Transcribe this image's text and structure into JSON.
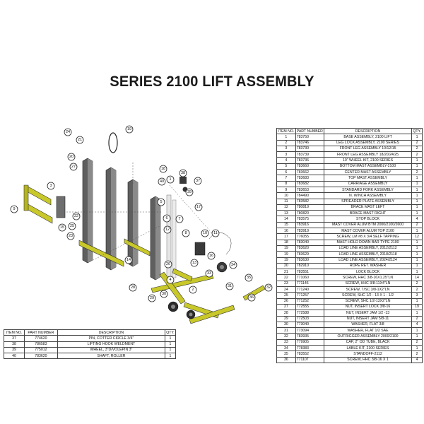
{
  "title": "SERIES 2100 LIFT ASSEMBLY",
  "colors": {
    "frame_yellow": "#c8c82a",
    "mast_gray": "#6e6e6e",
    "dark": "#3a3a3a"
  },
  "main_table": {
    "headers": [
      "ITEM NO.",
      "PART NUMBER",
      "DESCRIPTION",
      "QTY."
    ],
    "rows": [
      [
        "1",
        "783750",
        "BASE ASSEMBLY, 2100 LIFT",
        "1"
      ],
      [
        "2",
        "783746",
        "LEG LOCK ASSEMBLY, 2100 SERIES",
        "2"
      ],
      [
        "3",
        "783730",
        "FRONT LEG ASSEMBLY 10/12/15",
        "2"
      ],
      [
        "3",
        "783739",
        "FRONT LEG ASSEMBLY 18/20/24/25",
        "2"
      ],
      [
        "4",
        "783736",
        "10\" WHEEL KIT, 2100 SERIES",
        "1"
      ],
      [
        "5",
        "783660",
        "BOTTOM MAST ASSEMBLY-2100",
        "1"
      ],
      [
        "6",
        "783662",
        "CENTER MAST ASSEMBLY",
        "2"
      ],
      [
        "7",
        "783683",
        "TOP MAST ASSEMBLY",
        "1"
      ],
      [
        "8",
        "783682",
        "CARRIAGE ASSEMBLY",
        "1"
      ],
      [
        "9",
        "783653",
        "STANDARD FORK ASSEMBLY",
        "1"
      ],
      [
        "10",
        "784490",
        "N. WINCH ASSEMBLY",
        "1"
      ],
      [
        "11",
        "783582",
        "SPREADER PLATE ASSEMBLY",
        "1"
      ],
      [
        "12",
        "780819",
        "BRACE MAST LEFT",
        "1"
      ],
      [
        "13",
        "780820",
        "BRACE MAST RIGHT",
        "1"
      ],
      [
        "14",
        "783575",
        "STOP BLOCK",
        "4"
      ],
      [
        "15",
        "783916",
        "MAST COVER ALUM BTM 2000/2100/2600",
        "2"
      ],
      [
        "16",
        "783919",
        "MAST COVER ALUM TOP 2100",
        "1"
      ],
      [
        "17",
        "776055",
        "SCREW, LM #8 X 3/4 SELF TAPPING",
        "12"
      ],
      [
        "18",
        "783040",
        "MAST HOLD DOWN BAR TYPE 2100",
        "1"
      ],
      [
        "19",
        "783620",
        "LOAD LINE ASSEMBLY, 2012/2112",
        "1"
      ],
      [
        "19",
        "783629",
        "LOAD LINE ASSEMBLY, 2018/2118",
        "1"
      ],
      [
        "19",
        "783630",
        "LOAD LINE ASSEMBLY, 2024/2124",
        "1"
      ],
      [
        "20",
        "782910",
        "ROPE RET. WASHER",
        "1"
      ],
      [
        "21",
        "783551",
        "LOCK BLOCK",
        "1"
      ],
      [
        "22",
        "771060",
        "SCREW, HHC 3/8-16X1.25\"LN",
        "14"
      ],
      [
        "23",
        "771146",
        "SCREW, HHC 3/8-11X4\"LN",
        "2"
      ],
      [
        "24",
        "771240",
        "SCREW, T/SC 3/8-1X2\"LN",
        "2"
      ],
      [
        "25",
        "771257",
        "SCREW, SHC 1/2 - 13 X 1 - 1/2",
        "3"
      ],
      [
        "26",
        "771252",
        "SCREW, SHC 1/2-13X2\"LN",
        "1"
      ],
      [
        "27",
        "772555",
        "NUT, INSERT LOCK 3/8-16",
        "19"
      ],
      [
        "28",
        "772588",
        "NUT, INSERT JAM 1/2 -13",
        "1"
      ],
      [
        "29",
        "772503",
        "NUT, INSERT JAM 5/8-11",
        "2"
      ],
      [
        "30",
        "773040",
        "WASHER, FLAT 3/8",
        "4"
      ],
      [
        "31",
        "773094",
        "WASHER, FLAT 1/2 SAE",
        "1"
      ],
      [
        "32",
        "783935",
        "OUTRIGGER ASSEMBLY 2000/2100",
        "1"
      ],
      [
        "33",
        "779905",
        "CAP, 2\" OD TUBE, BLACK",
        "2"
      ],
      [
        "34",
        "778383",
        "LABLE KIT, 2100 SERIES",
        "1"
      ],
      [
        "35",
        "783552",
        "STANDOFF-2112",
        "2"
      ],
      [
        "36",
        "771107",
        "SCREW, HHC 3/8-16 X 1",
        "4"
      ]
    ]
  },
  "small_table": {
    "headers": [
      "ITEM NO.",
      "PART NUMBER",
      "DESCRIPTION",
      "QTY."
    ],
    "rows": [
      [
        "37",
        "774620",
        "PIN, COTTER CIRCLE 3/4\"",
        "1"
      ],
      [
        "38",
        "786583",
        "LIFTING HOOK WELDMENT",
        "1"
      ],
      [
        "39",
        "775012",
        "WHEEL, 3\"D/VOLEPIN 3\"",
        "1"
      ],
      [
        "40",
        "783620",
        "SHAFT, ROLLER",
        "1"
      ]
    ]
  },
  "callouts": [
    "19",
    "24",
    "21",
    "27",
    "20",
    "18",
    "1",
    "40",
    "38",
    "39",
    "37",
    "3",
    "5",
    "6",
    "7",
    "8",
    "9",
    "10",
    "11",
    "12",
    "13",
    "14",
    "15",
    "16",
    "17",
    "22",
    "23",
    "25",
    "26",
    "28",
    "29",
    "30",
    "31",
    "32",
    "33",
    "34",
    "35",
    "36",
    "2",
    "4"
  ]
}
